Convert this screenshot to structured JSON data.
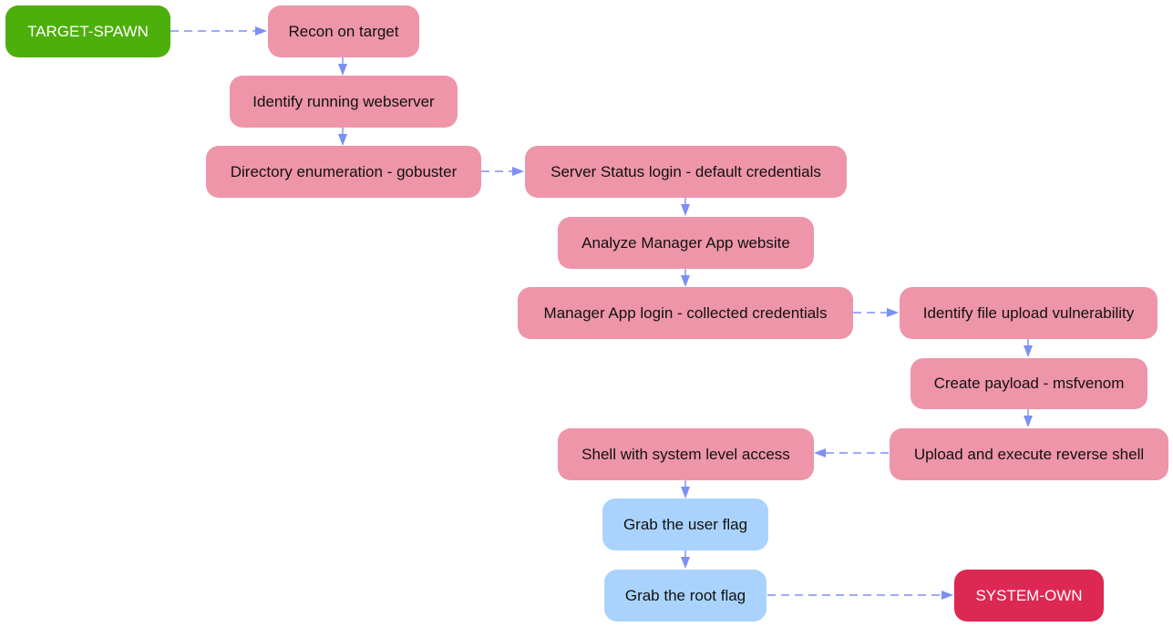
{
  "diagram": {
    "colors": {
      "start": "#4daf0b",
      "step": "#ee95aa",
      "flag": "#a9d3fc",
      "end": "#dc2852",
      "edge": "#7b8ff5"
    },
    "nodes": {
      "target_spawn": "TARGET-SPAWN",
      "recon": "Recon on target",
      "identify_webserver": "Identify running webserver",
      "dir_enum": "Directory enumeration - gobuster",
      "server_status_login": "Server Status login - default credentials",
      "analyze_manager": "Analyze Manager App website",
      "manager_login": "Manager App login - collected credentials",
      "identify_upload": "Identify file upload vulnerability",
      "create_payload": "Create payload - msfvenom",
      "upload_execute": "Upload and execute reverse shell",
      "shell_access": "Shell with system level access",
      "user_flag": "Grab the user flag",
      "root_flag": "Grab the root flag",
      "system_own": "SYSTEM-OWN"
    },
    "edges": [
      {
        "from": "target_spawn",
        "to": "recon",
        "style": "dashed"
      },
      {
        "from": "recon",
        "to": "identify_webserver",
        "style": "solid"
      },
      {
        "from": "identify_webserver",
        "to": "dir_enum",
        "style": "solid"
      },
      {
        "from": "dir_enum",
        "to": "server_status_login",
        "style": "dashed"
      },
      {
        "from": "server_status_login",
        "to": "analyze_manager",
        "style": "solid"
      },
      {
        "from": "analyze_manager",
        "to": "manager_login",
        "style": "solid"
      },
      {
        "from": "manager_login",
        "to": "identify_upload",
        "style": "dashed"
      },
      {
        "from": "identify_upload",
        "to": "create_payload",
        "style": "solid"
      },
      {
        "from": "create_payload",
        "to": "upload_execute",
        "style": "solid"
      },
      {
        "from": "upload_execute",
        "to": "shell_access",
        "style": "dashed"
      },
      {
        "from": "shell_access",
        "to": "user_flag",
        "style": "solid"
      },
      {
        "from": "user_flag",
        "to": "root_flag",
        "style": "solid"
      },
      {
        "from": "root_flag",
        "to": "system_own",
        "style": "dashed"
      }
    ]
  }
}
